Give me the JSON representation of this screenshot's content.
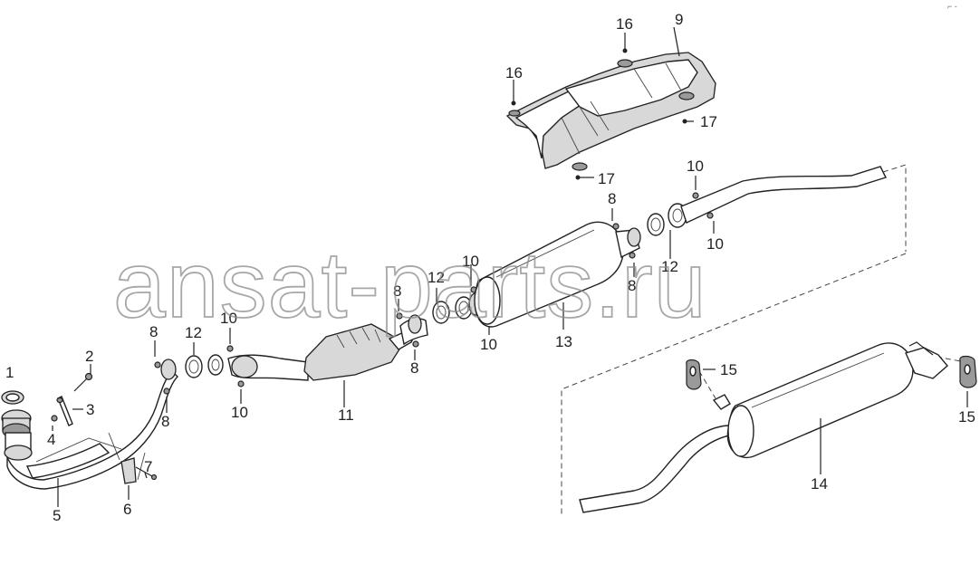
{
  "watermark": "ansat-parts.ru",
  "corner_mark": "⌐ -",
  "callouts": {
    "c1": "1",
    "c2": "2",
    "c3": "3",
    "c4": "4",
    "c5": "5",
    "c6": "6",
    "c7": "7",
    "c8a": "8",
    "c8b": "8",
    "c8c": "8",
    "c8d": "8",
    "c8e": "8",
    "c8f": "8",
    "c9": "9",
    "c10a": "10",
    "c10b": "10",
    "c10c": "10",
    "c10d": "10",
    "c10e": "10",
    "c10f": "10",
    "c11": "11",
    "c12a": "12",
    "c12b": "12",
    "c12c": "12",
    "c13": "13",
    "c14": "14",
    "c15a": "15",
    "c15b": "15",
    "c16a": "16",
    "c16b": "16",
    "c17a": "17",
    "c17b": "17"
  }
}
